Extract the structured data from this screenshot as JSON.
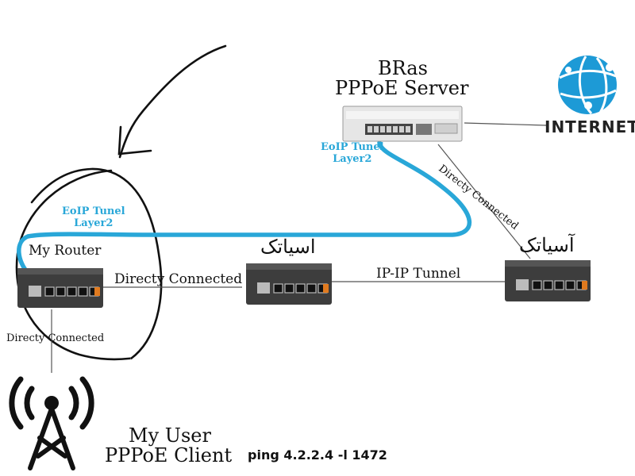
{
  "nodes": {
    "bras": {
      "title": "BRas",
      "subtitle": "PPPoE Server"
    },
    "internet": {
      "label": "INTERNET"
    },
    "my_router": {
      "label": "My Router"
    },
    "middle_router": {
      "label": "اسیاتک"
    },
    "right_router": {
      "label": "آسیاتک"
    },
    "my_user": {
      "title": "My User",
      "subtitle": "PPPoE Client"
    }
  },
  "links": {
    "tunnel_left": {
      "line1": "EoIP Tunel",
      "line2": "Layer2"
    },
    "tunnel_bras": {
      "line1": "EoIP Tunel",
      "line2": "Layer2"
    },
    "router_to_middle": "Directy Connected",
    "middle_to_right": "IP-IP Tunnel",
    "bras_to_right": "Directy Connected",
    "router_to_user": "Directy Connected"
  },
  "command": "ping 4.2.2.4 -l 1472",
  "colors": {
    "tunnel": "#29a7d8",
    "internet_globe": "#1d9ad6",
    "device_body": "#3d3d3d",
    "annotation_ink": "#111111"
  }
}
